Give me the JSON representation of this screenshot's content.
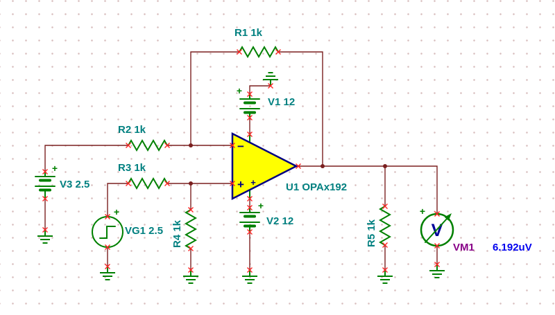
{
  "schematic": {
    "type": "op-amp difference amplifier circuit",
    "components": {
      "r1": {
        "label": "R1 1k"
      },
      "r2": {
        "label": "R2 1k"
      },
      "r3": {
        "label": "R3 1k"
      },
      "r4": {
        "label": "R4 1k"
      },
      "r5": {
        "label": "R5 1k"
      },
      "v1": {
        "label": "V1 12",
        "plus": "+"
      },
      "v2": {
        "label": "V2 12",
        "plus": "+"
      },
      "v3": {
        "label": "V3 2.5",
        "plus": "+"
      },
      "vg1": {
        "label": "VG1 2.5",
        "plus": "+"
      },
      "u1": {
        "label": "U1 OPAx192",
        "in_minus": "−",
        "in_plus": "+",
        "supply_plus": "+"
      },
      "vm1": {
        "label": "VM1",
        "value": "6.192uV",
        "meter_letter": "V",
        "plus": "+"
      }
    },
    "colors": {
      "wire": "#7a1f1f",
      "component": "#008000",
      "label": "#008080",
      "opamp_fill": "#ffff00",
      "opamp_stroke": "#000080",
      "terminal_cross": "#ff2222",
      "meter_label": "#880088",
      "meter_value": "#0000ee",
      "grid_dot": "#d9bfbf"
    }
  }
}
